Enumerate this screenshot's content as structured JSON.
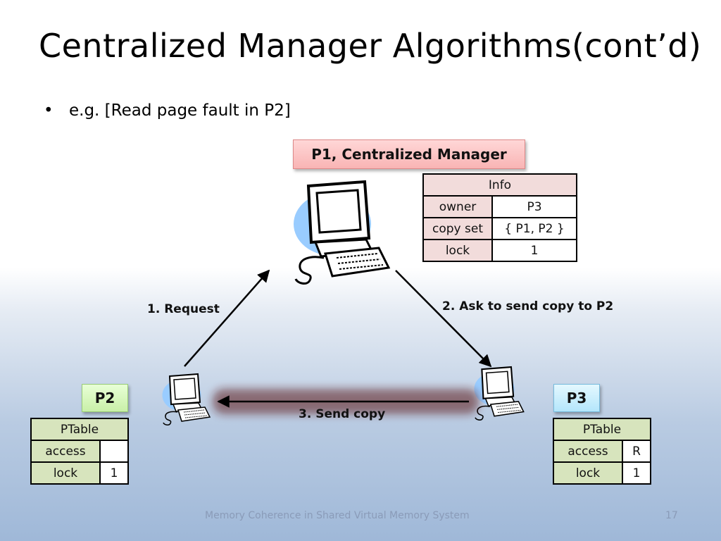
{
  "slide": {
    "title": "Centralized Manager Algorithms(cont’d)",
    "bullet": "e.g. [Read page fault in P2]",
    "footer": "Memory Coherence in Shared Virtual Memory System",
    "page_number": "17"
  },
  "manager": {
    "label": "P1, Centralized Manager",
    "info": {
      "header": "Info",
      "rows": [
        {
          "label": "owner",
          "value": "P3"
        },
        {
          "label": "copy set",
          "value": "{ P1, P2 }"
        },
        {
          "label": "lock",
          "value": "1"
        }
      ]
    }
  },
  "p2": {
    "label": "P2",
    "ptable": {
      "header": "PTable",
      "rows": [
        {
          "label": "access",
          "value": ""
        },
        {
          "label": "lock",
          "value": "1"
        }
      ]
    }
  },
  "p3": {
    "label": "P3",
    "ptable": {
      "header": "PTable",
      "rows": [
        {
          "label": "access",
          "value": "R"
        },
        {
          "label": "lock",
          "value": "1"
        }
      ]
    }
  },
  "arrows": {
    "request": "1. Request",
    "ask": "2. Ask to send copy to P2",
    "send": "3. Send copy"
  },
  "icons": [
    "computer-icon"
  ]
}
